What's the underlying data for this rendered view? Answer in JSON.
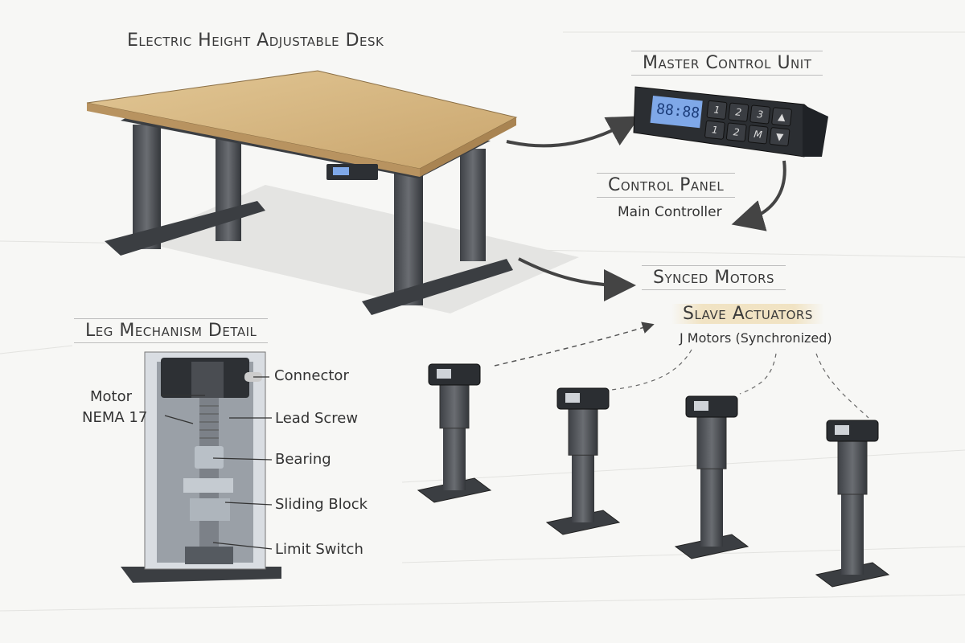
{
  "titles": {
    "desk": "Electric Height Adjustable Desk",
    "master": "Master Control Unit",
    "control_panel": "Control Panel",
    "main_controller": "Main Controller",
    "synced_motors": "Synced Motors",
    "slave_actuators": "Slave Actuators",
    "slave_sub": "J Motors (Synchronized)",
    "leg_detail": "Leg Mechanism Detail"
  },
  "control_unit": {
    "display": "88:88",
    "buttons_top": [
      "1",
      "2",
      "3"
    ],
    "buttons_bottom": [
      "1",
      "2",
      "M"
    ],
    "display_color": "#7fa8e8"
  },
  "leg_parts": {
    "motor": "Motor",
    "motor_model": "NEMA 17",
    "connector": "Connector",
    "lead_screw": "Lead Screw",
    "bearing": "Bearing",
    "sliding_block": "Sliding Block",
    "limit_switch": "Limit Switch"
  },
  "colors": {
    "wood": "#d6b583",
    "metal": "#4a4d52",
    "ink": "#3a3a3a"
  }
}
